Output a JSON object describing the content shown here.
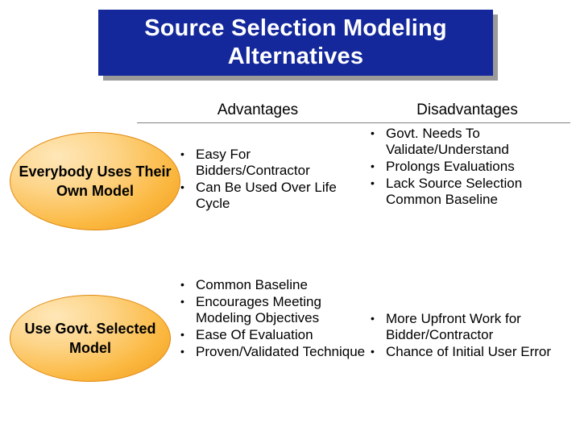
{
  "title": {
    "text": "Source Selection Modeling Alternatives",
    "banner_color": "#14289b",
    "text_color": "#ffffff"
  },
  "headers": {
    "advantages": "Advantages",
    "disadvantages": "Disadvantages"
  },
  "rows": [
    {
      "label": "Everybody Uses Their Own Model",
      "advantages": [
        "Easy For Bidders/Contractor",
        "Can Be Used Over Life Cycle"
      ],
      "disadvantages": [
        "Govt. Needs To Validate/Understand",
        "Prolongs Evaluations",
        "Lack Source Selection Common Baseline"
      ]
    },
    {
      "label": "Use Govt. Selected Model",
      "advantages": [
        "Common Baseline",
        "Encourages Meeting Modeling Objectives",
        "Ease Of Evaluation",
        "Proven/Validated Technique"
      ],
      "disadvantages": [
        "More Upfront Work for Bidder/Contractor",
        "Chance of Initial User Error"
      ]
    }
  ],
  "colors": {
    "ellipse_fill": "#fbb840",
    "ellipse_border": "#e08a10",
    "rule": "#808080"
  }
}
